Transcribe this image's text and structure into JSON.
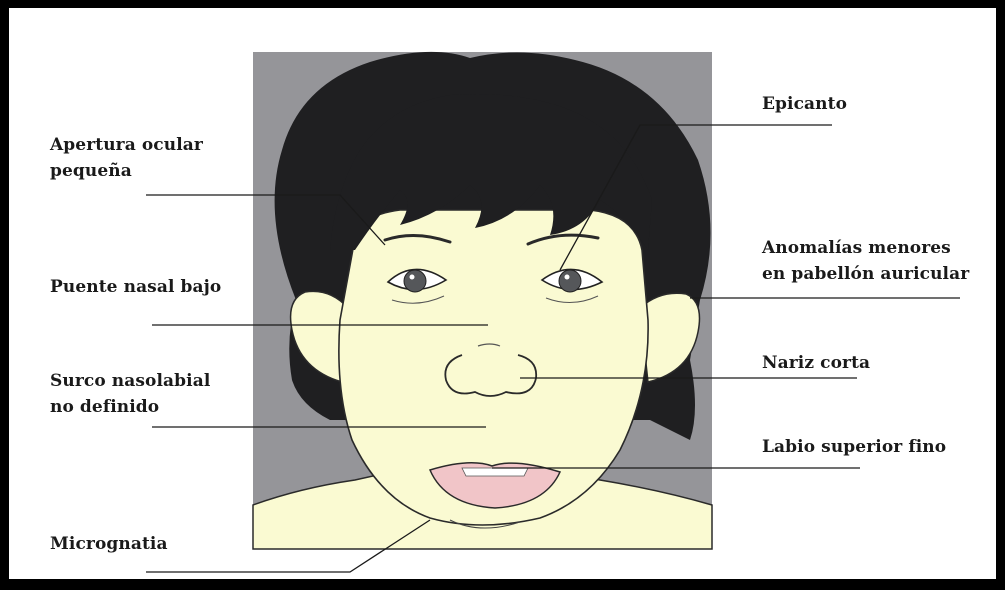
{
  "diagram": {
    "labels": {
      "apertura": "Apertura ocular\npequeña",
      "puente": "Puente nasal bajo",
      "surco": "Surco nasolabial\nno definido",
      "micrognatia": "Micrognatia",
      "epicanto": "Epicanto",
      "anomalias": "Anomalías menores\nen pabellón auricular",
      "nariz": "Nariz corta",
      "labio": "Labio superior fino"
    },
    "colors": {
      "background": "#959599",
      "skin": "#fafad2",
      "hair": "#1f1f21",
      "lips": "#f1c5c8",
      "iris": "#55575a",
      "line": "#1a1a1a"
    }
  }
}
